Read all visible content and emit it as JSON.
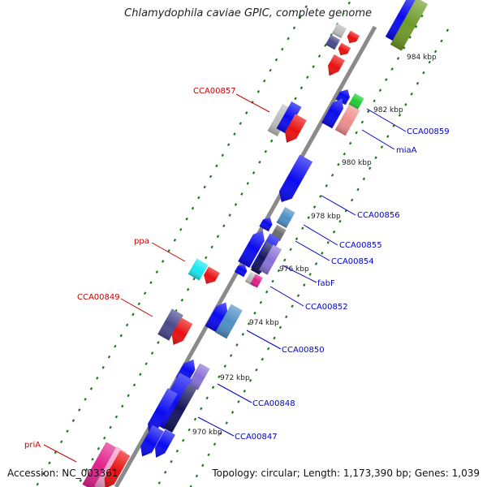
{
  "title": "Chlamydophila caviae GPIC, complete genome",
  "footer": {
    "accession": "Accession: NC_003361",
    "summary": "Topology: circular; Length: 1,173,390 bp; Genes: 1,039"
  },
  "colors": {
    "backbone": "#8a8a8a",
    "tick": "#1a7a1a",
    "label_left": "#cc0000",
    "label_right": "#0000cc",
    "scale_text": "#222222"
  },
  "scale_labels": [
    {
      "id": "s984",
      "text": "984 kbp"
    },
    {
      "id": "s982",
      "text": "982 kbp"
    },
    {
      "id": "s980",
      "text": "980 kbp"
    },
    {
      "id": "s978",
      "text": "978 kbp"
    },
    {
      "id": "s976",
      "text": "976 kbp"
    },
    {
      "id": "s974",
      "text": "974 kbp"
    },
    {
      "id": "s972",
      "text": "972 kbp"
    },
    {
      "id": "s970",
      "text": "970 kbp"
    }
  ],
  "gene_labels_left": [
    {
      "id": "CCA00857",
      "text": "CCA00857"
    },
    {
      "id": "ppa",
      "text": "ppa"
    },
    {
      "id": "CCA00849",
      "text": "CCA00849"
    },
    {
      "id": "priA",
      "text": "priA"
    }
  ],
  "gene_labels_right": [
    {
      "id": "CCA00859",
      "text": "CCA00859"
    },
    {
      "id": "miaA",
      "text": "miaA"
    },
    {
      "id": "CCA00856",
      "text": "CCA00856"
    },
    {
      "id": "CCA00855",
      "text": "CCA00855"
    },
    {
      "id": "CCA00854",
      "text": "CCA00854"
    },
    {
      "id": "fabF",
      "text": "fabF"
    },
    {
      "id": "CCA00852",
      "text": "CCA00852"
    },
    {
      "id": "CCA00850",
      "text": "CCA00850"
    },
    {
      "id": "CCA00848",
      "text": "CCA00848"
    },
    {
      "id": "CCA00847",
      "text": "CCA00847"
    }
  ],
  "gene_colors": {
    "blue": "#0a0af0",
    "red": "#e81010",
    "olive": "#6e9a28",
    "gray": "#bdbdbd",
    "darkslate": "#4a4a8c",
    "green": "#22cc33",
    "salmon": "#ef8f8f",
    "steel": "#4f8fc4",
    "darkgray": "#6b6b6b",
    "navy": "#14145a",
    "cyan": "#18e8f0",
    "purple": "#8a70d8",
    "magenta": "#e0208c",
    "pink": "#f4a0c8"
  }
}
